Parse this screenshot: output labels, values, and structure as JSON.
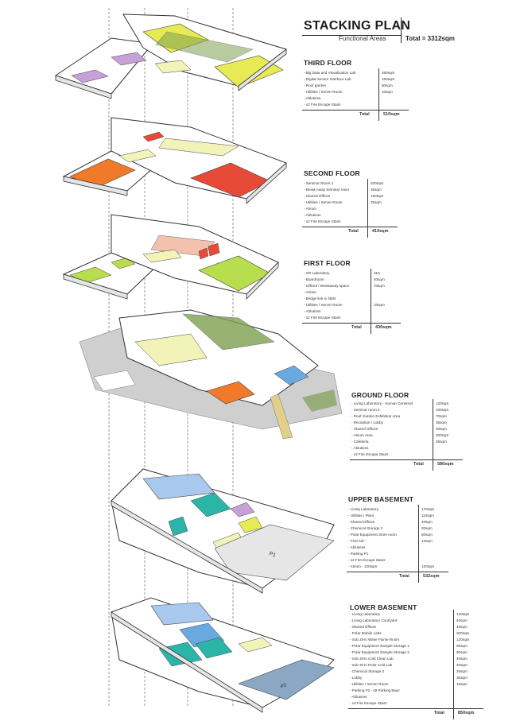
{
  "header": {
    "title": "STACKING PLAN",
    "subtitle": "Functional Areas",
    "total": "Total = 3312sqm"
  },
  "floors": [
    {
      "name": "THIRD FLOOR",
      "rows": [
        {
          "label": "- Big Data and Visualization Lab",
          "area": "260sqm"
        },
        {
          "label": "- Digital Sensor Interface Lab",
          "area": "160sqm"
        },
        {
          "label": "- Roof garden",
          "area": "80sqm"
        },
        {
          "label": "- Utilities / Server Room",
          "area": "10sqm"
        },
        {
          "label": "- Ablutions",
          "area": ""
        },
        {
          "label": "- x2 Fire Escape Stairs",
          "area": ""
        }
      ],
      "total_label": "Total",
      "total_value": "510sqm"
    },
    {
      "name": "SECOND FLOOR",
      "rows": [
        {
          "label": "- Seminar Room 1",
          "area": "200sqm"
        },
        {
          "label": "- Break Away Seminar room",
          "area": "35sqm"
        },
        {
          "label": "- Shared Offices",
          "area": "150sqm"
        },
        {
          "label": "- Utilities / Server Room",
          "area": "25sqm"
        },
        {
          "label": "- Atrium",
          "area": ""
        },
        {
          "label": "- Ablutions",
          "area": ""
        },
        {
          "label": "- x2 Fire Escape Stairs",
          "area": ""
        }
      ],
      "total_label": "Total",
      "total_value": "410sqm"
    },
    {
      "name": "FIRST FLOOR",
      "rows": [
        {
          "label": "- XR Laboratory",
          "area": "310"
        },
        {
          "label": "- Boardroom",
          "area": "40sqm"
        },
        {
          "label": "- Offices / Breakaway space",
          "area": "70sqm"
        },
        {
          "label": "- Atrium",
          "area": ""
        },
        {
          "label": "- Bridge link to NEB",
          "area": ""
        },
        {
          "label": "- Utilities / Server Room",
          "area": "10sqm"
        },
        {
          "label": "- Ablutions",
          "area": ""
        },
        {
          "label": "- x2 Fire Escape Stairs",
          "area": ""
        }
      ],
      "total_label": "Total",
      "total_value": "430sqm"
    },
    {
      "name": "GROUND FLOOR",
      "rows": [
        {
          "label": "- Living Laboratory - Human Centered",
          "area": "120sqm"
        },
        {
          "label": "- Seminar room 2",
          "area": "100sqm"
        },
        {
          "label": "- Roof Garden Exhibition Area",
          "area": "70sqm"
        },
        {
          "label": "- Reception / Lobby",
          "area": "35sqm"
        },
        {
          "label": "- Shared Offices",
          "area": "30sqm"
        },
        {
          "label": "- Atrium Area",
          "area": "200sqm"
        },
        {
          "label": "- Cafeteria",
          "area": "25sqm"
        },
        {
          "label": "- Ablutions",
          "area": ""
        },
        {
          "label": "- x2 Fire Escape Stairs",
          "area": ""
        }
      ],
      "total_label": "Total",
      "total_value": "580sqm"
    },
    {
      "name": "UPPER BASEMENT",
      "rows": [
        {
          "label": "- Living Laboratory",
          "area": "170sqm"
        },
        {
          "label": "- Utilities / Plant",
          "area": "110sqm"
        },
        {
          "label": "- Shared Offices",
          "area": "40sqm"
        },
        {
          "label": "- Chemical Storage 2",
          "area": "20sqm"
        },
        {
          "label": "- Polar Equipment Store room",
          "area": "60sqm"
        },
        {
          "label": "- First Aid -",
          "area": "12sqm"
        },
        {
          "label": "- Ablutions",
          "area": ""
        },
        {
          "label": "- Parking P1",
          "area": ""
        },
        {
          "label": "- x2 Fire Escape Stairs",
          "area": ""
        },
        {
          "label": "- Atrium - 120sqm",
          "area": "120sqm"
        }
      ],
      "total_label": "Total",
      "total_value": "532sqm"
    },
    {
      "name": "LOWER BASEMENT",
      "rows": [
        {
          "label": "- Living Laboratory",
          "area": "120sqm"
        },
        {
          "label": "- Living Laboratory Courtyard",
          "area": "40sqm"
        },
        {
          "label": "- Shared Offices",
          "area": "40sqm"
        },
        {
          "label": "- Polar Mobile Labs",
          "area": "200sqm"
        },
        {
          "label": "- Sub Zero Wave Flume Room",
          "area": "120sqm"
        },
        {
          "label": "- Polar Equipment Sample Storage 1",
          "area": "95sqm"
        },
        {
          "label": "- Polar Equipment Sample Storage 2",
          "area": "90sqm"
        },
        {
          "label": "- Sub Zero Cold Clean Lab",
          "area": "40sqm"
        },
        {
          "label": "- Sub Zero Polar Cold Lab",
          "area": "40sqm"
        },
        {
          "label": "- Chemical Storage 2",
          "area": "20sqm"
        },
        {
          "label": "- Lobby",
          "area": "30sqm"
        },
        {
          "label": "- Utilities / Server Room",
          "area": "15sqm"
        },
        {
          "label": "- Parking P2 - x9 Parking Bays",
          "area": ""
        },
        {
          "label": "- Ablutions",
          "area": ""
        },
        {
          "label": "- x2 Fire Escape Stairs",
          "area": ""
        }
      ],
      "total_label": "Total",
      "total_value": "850sqm"
    }
  ],
  "parking_labels": {
    "upper": "P1",
    "lower": "P2"
  },
  "colors": {
    "yellow": "#e8ea55",
    "pale_yellow": "#f2f3b8",
    "lime": "#b8de4e",
    "green_roof": "#7fa052",
    "orange": "#f07a2a",
    "red": "#e84a38",
    "salmon": "#f0b49a",
    "lilac": "#c7a0d8",
    "blue": "#6aa8e0",
    "light_blue": "#a8c8ee",
    "teal": "#2bb5a8",
    "grey": "#cfcfcf",
    "outline": "#333333"
  }
}
